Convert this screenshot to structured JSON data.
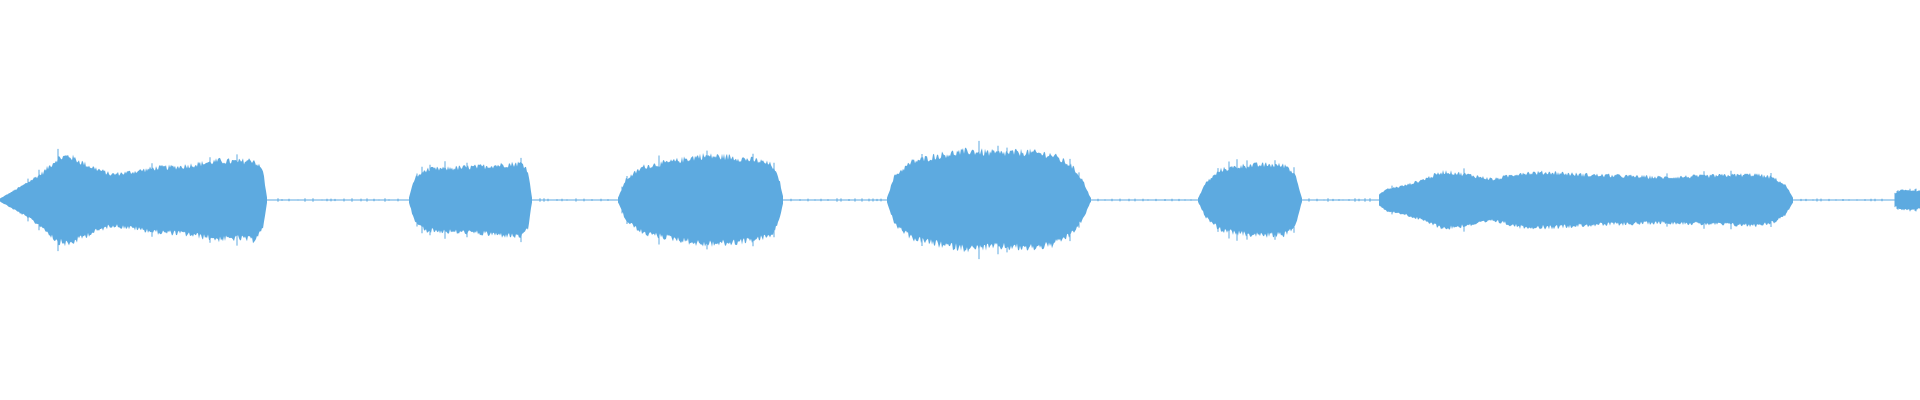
{
  "waveform": {
    "color": "#5DAAE0",
    "background": "#ffffff",
    "baseline_level": 0.004,
    "segments": [
      {
        "name": "segment-1",
        "start": 0.0,
        "end": 0.139,
        "envelope": [
          [
            0.0,
            0.03
          ],
          [
            0.012,
            0.3
          ],
          [
            0.022,
            0.55
          ],
          [
            0.03,
            0.85
          ],
          [
            0.036,
            0.9
          ],
          [
            0.046,
            0.7
          ],
          [
            0.058,
            0.52
          ],
          [
            0.07,
            0.58
          ],
          [
            0.082,
            0.66
          ],
          [
            0.094,
            0.68
          ],
          [
            0.104,
            0.74
          ],
          [
            0.114,
            0.8
          ],
          [
            0.124,
            0.78
          ],
          [
            0.132,
            0.82
          ],
          [
            0.137,
            0.6
          ],
          [
            0.139,
            0.05
          ]
        ]
      },
      {
        "name": "segment-2",
        "start": 0.213,
        "end": 0.277,
        "envelope": [
          [
            0.213,
            0.05
          ],
          [
            0.216,
            0.45
          ],
          [
            0.222,
            0.62
          ],
          [
            0.235,
            0.65
          ],
          [
            0.25,
            0.68
          ],
          [
            0.262,
            0.72
          ],
          [
            0.272,
            0.75
          ],
          [
            0.275,
            0.6
          ],
          [
            0.277,
            0.05
          ]
        ]
      },
      {
        "name": "segment-3",
        "start": 0.322,
        "end": 0.408,
        "envelope": [
          [
            0.322,
            0.05
          ],
          [
            0.326,
            0.42
          ],
          [
            0.335,
            0.68
          ],
          [
            0.35,
            0.78
          ],
          [
            0.365,
            0.9
          ],
          [
            0.38,
            0.88
          ],
          [
            0.395,
            0.8
          ],
          [
            0.402,
            0.72
          ],
          [
            0.406,
            0.4
          ],
          [
            0.408,
            0.04
          ]
        ]
      },
      {
        "name": "segment-4",
        "start": 0.462,
        "end": 0.568,
        "envelope": [
          [
            0.462,
            0.05
          ],
          [
            0.466,
            0.5
          ],
          [
            0.475,
            0.78
          ],
          [
            0.49,
            0.92
          ],
          [
            0.505,
            1.0
          ],
          [
            0.52,
            0.95
          ],
          [
            0.535,
            0.98
          ],
          [
            0.548,
            0.92
          ],
          [
            0.558,
            0.7
          ],
          [
            0.564,
            0.4
          ],
          [
            0.568,
            0.04
          ]
        ]
      },
      {
        "name": "segment-5",
        "start": 0.624,
        "end": 0.678,
        "envelope": [
          [
            0.624,
            0.04
          ],
          [
            0.628,
            0.35
          ],
          [
            0.636,
            0.62
          ],
          [
            0.648,
            0.7
          ],
          [
            0.66,
            0.72
          ],
          [
            0.67,
            0.7
          ],
          [
            0.675,
            0.5
          ],
          [
            0.678,
            0.04
          ]
        ]
      },
      {
        "name": "segment-6",
        "start": 0.718,
        "end": 0.934,
        "envelope": [
          [
            0.718,
            0.1
          ],
          [
            0.722,
            0.22
          ],
          [
            0.732,
            0.3
          ],
          [
            0.74,
            0.4
          ],
          [
            0.752,
            0.58
          ],
          [
            0.764,
            0.52
          ],
          [
            0.778,
            0.42
          ],
          [
            0.792,
            0.55
          ],
          [
            0.808,
            0.56
          ],
          [
            0.822,
            0.52
          ],
          [
            0.838,
            0.5
          ],
          [
            0.852,
            0.48
          ],
          [
            0.866,
            0.46
          ],
          [
            0.882,
            0.48
          ],
          [
            0.898,
            0.5
          ],
          [
            0.914,
            0.52
          ],
          [
            0.924,
            0.45
          ],
          [
            0.93,
            0.3
          ],
          [
            0.934,
            0.04
          ]
        ]
      },
      {
        "name": "segment-7",
        "start": 0.987,
        "end": 1.0,
        "envelope": [
          [
            0.987,
            0.12
          ],
          [
            0.99,
            0.2
          ],
          [
            0.995,
            0.2
          ],
          [
            1.0,
            0.18
          ]
        ]
      }
    ],
    "gap_ticks": [
      {
        "start": 0.145,
        "end": 0.21
      },
      {
        "start": 0.281,
        "end": 0.319
      },
      {
        "start": 0.412,
        "end": 0.46
      },
      {
        "start": 0.572,
        "end": 0.621
      },
      {
        "start": 0.682,
        "end": 0.715
      },
      {
        "start": 0.938,
        "end": 0.984
      }
    ]
  }
}
